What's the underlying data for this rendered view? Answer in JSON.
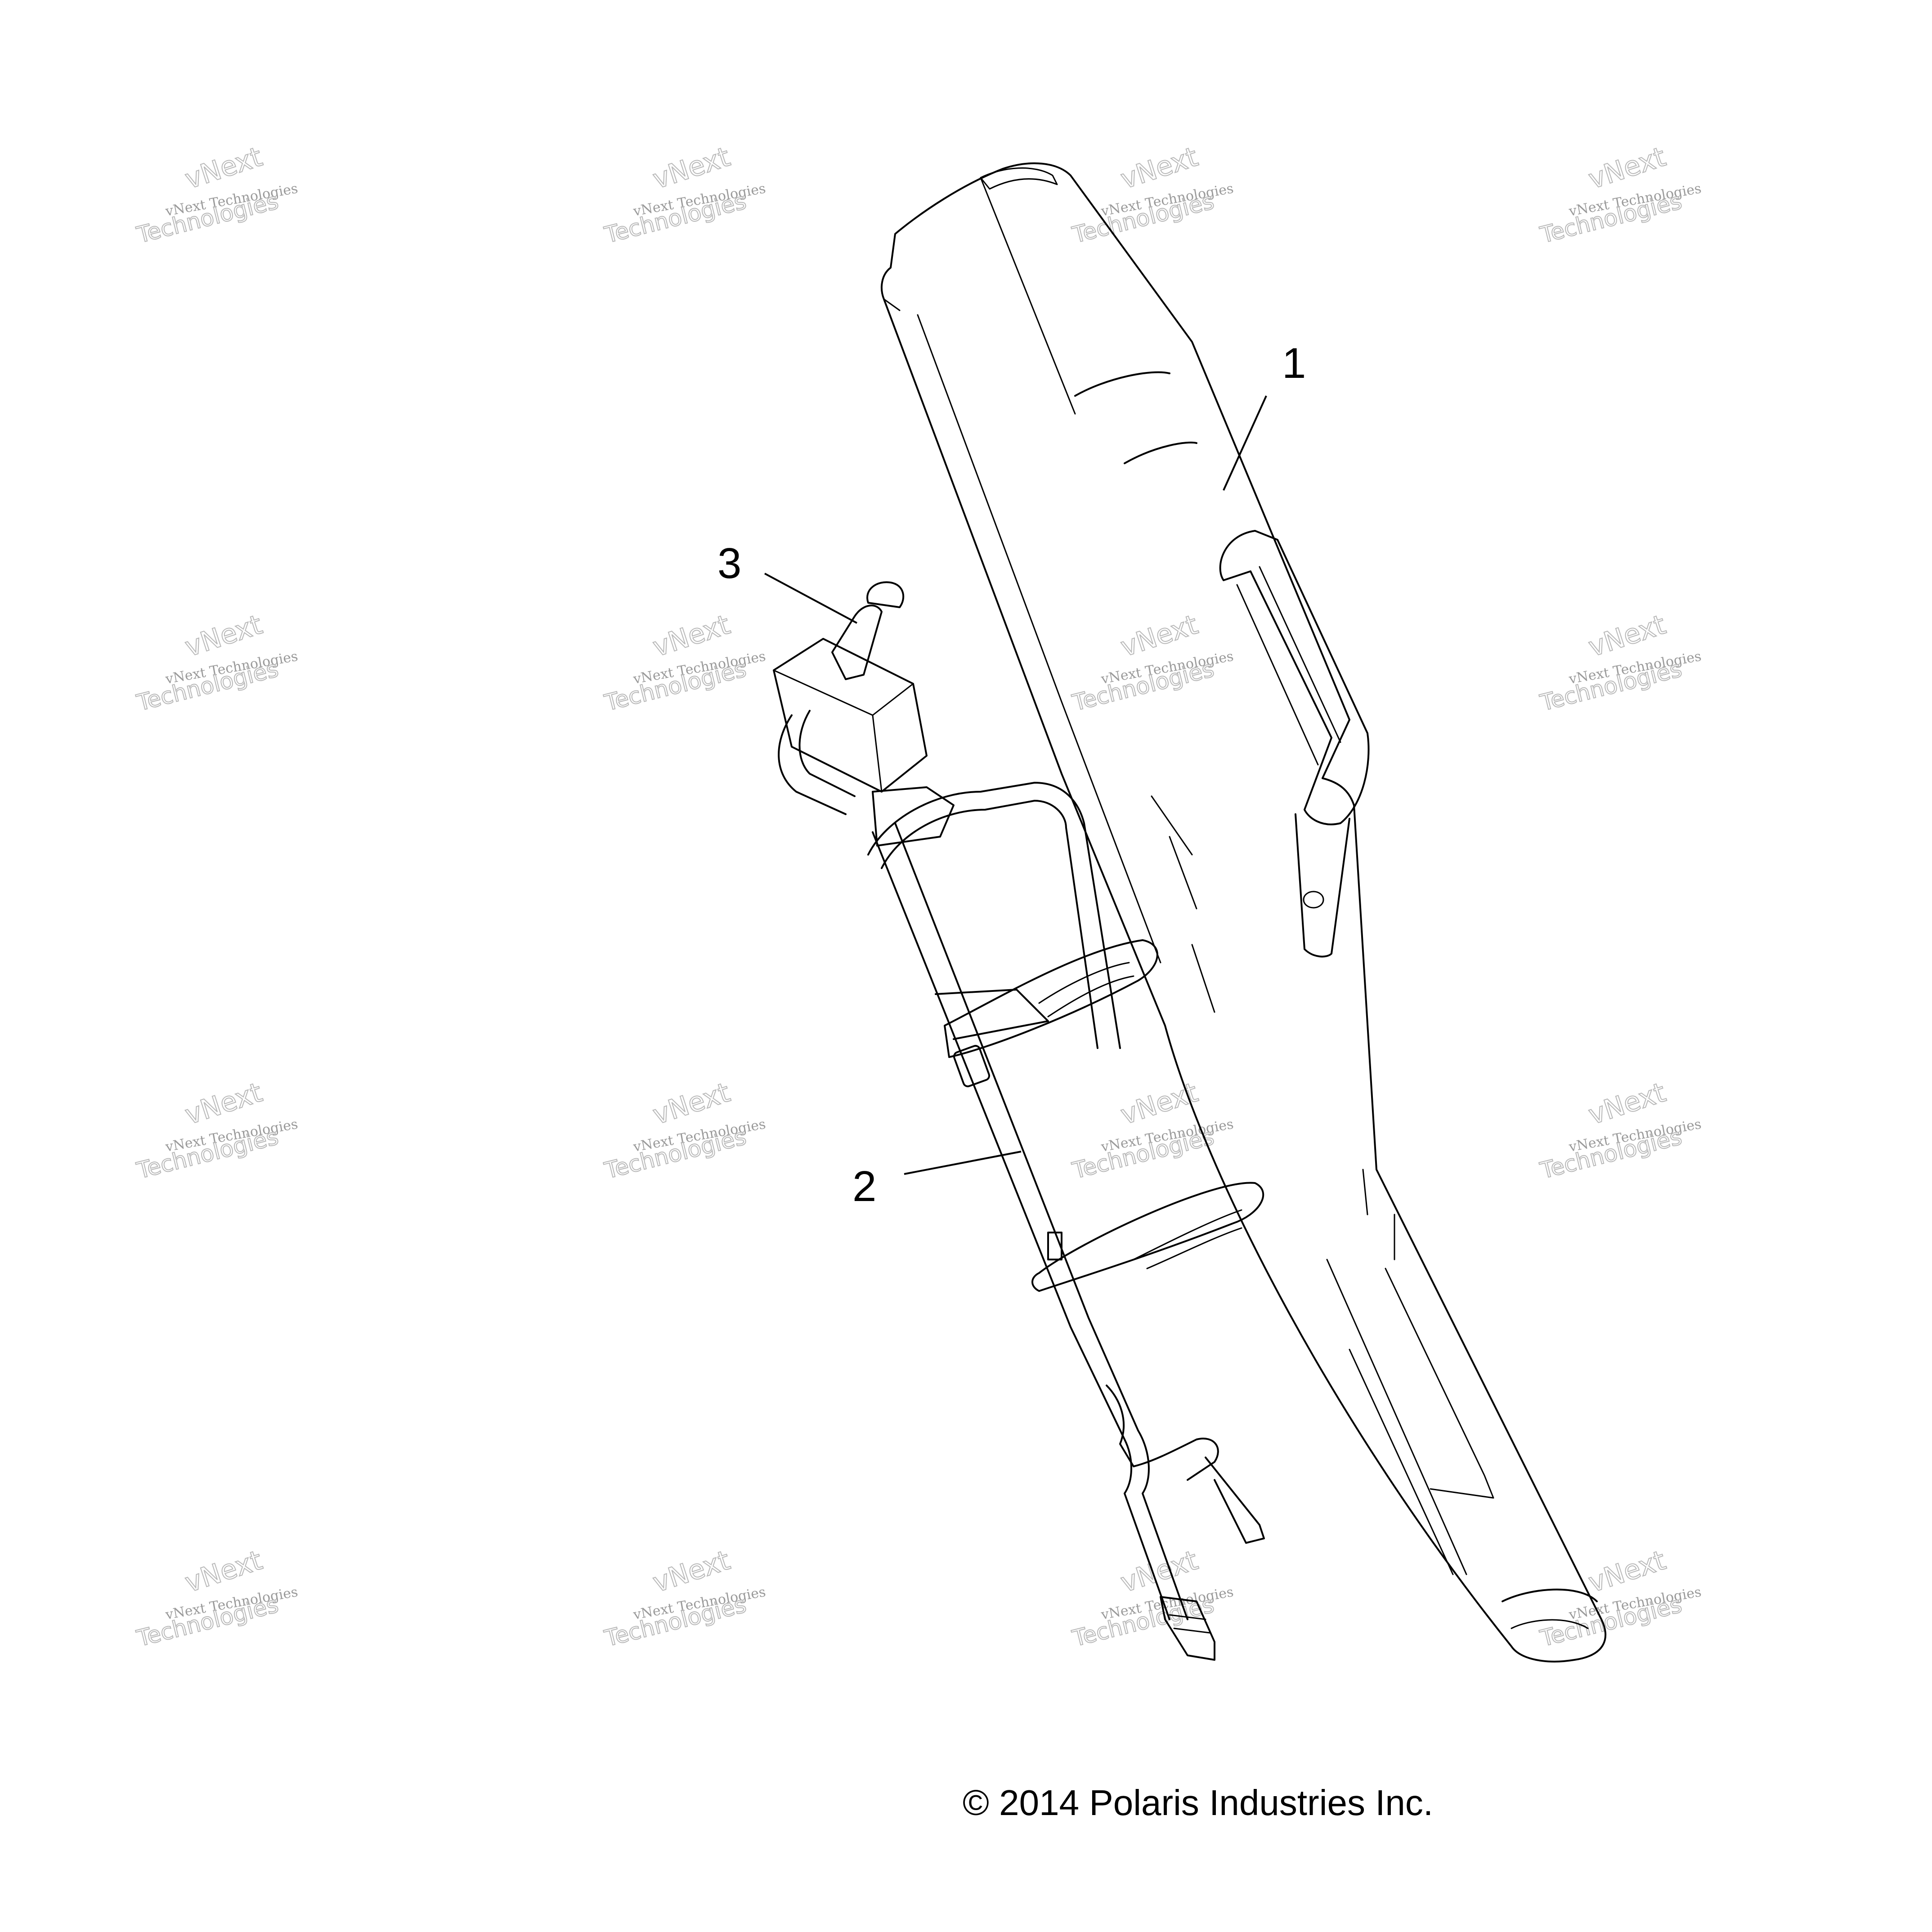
{
  "callouts": [
    {
      "label": "1"
    },
    {
      "label": "2"
    },
    {
      "label": "3"
    }
  ],
  "watermark": {
    "line1": "vNext Technologies",
    "line2": "vNext",
    "line3": "Technologies"
  },
  "copyright": "© 2014 Polaris Industries Inc.",
  "colors": {
    "line": "#000000",
    "watermark": "#b8b8b8",
    "background": "#ffffff"
  }
}
